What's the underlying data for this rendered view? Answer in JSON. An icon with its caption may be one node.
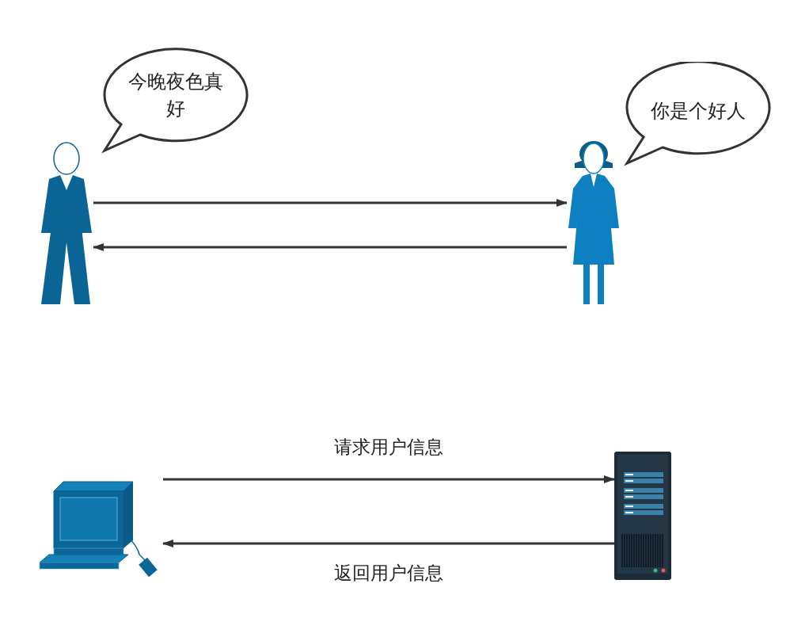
{
  "diagram": {
    "nodes": [
      {
        "text": [
          "今晚夜色真好"
        ]
      },
      {
        "text": [
          "你是个好人"
        ]
      },
      {
        "text": [],
        "shape": "person"
      },
      {
        "text": [],
        "shape": "person"
      },
      {
        "text": [],
        "shape": "computer"
      },
      {
        "text": [],
        "shape": "server"
      }
    ],
    "edges": [
      {
        "from": 2,
        "to": 3,
        "arrow": "to"
      },
      {
        "from": 3,
        "to": 2,
        "arrow": "to"
      },
      {
        "from": 4,
        "to": 5,
        "arrow": "to",
        "label": "请求用户信息"
      },
      {
        "from": 5,
        "to": 4,
        "arrow": "to",
        "label": "返回用户信息"
      }
    ]
  }
}
